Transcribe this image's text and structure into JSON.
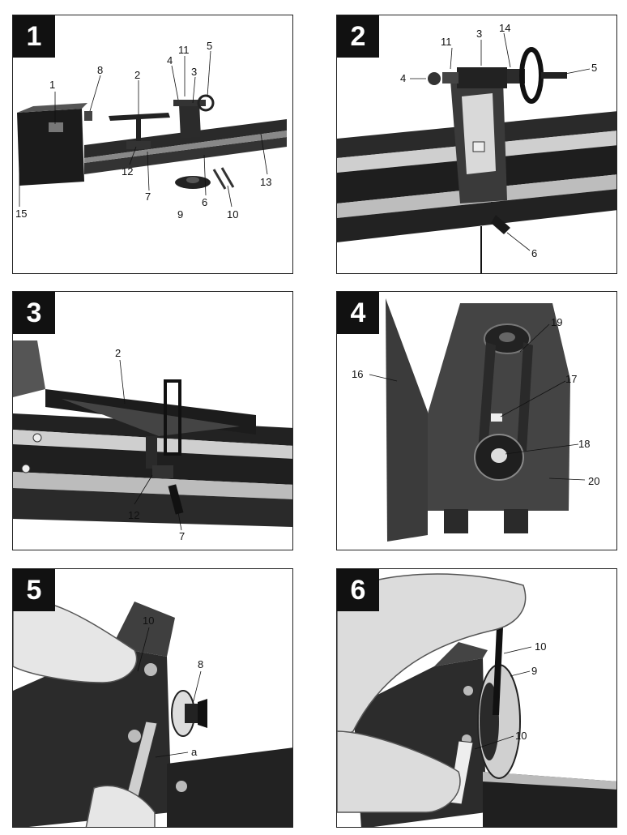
{
  "panels": [
    {
      "number": "1",
      "callouts": [
        "1",
        "8",
        "2",
        "4",
        "11",
        "3",
        "5",
        "12",
        "7",
        "6",
        "9",
        "10",
        "13",
        "15"
      ]
    },
    {
      "number": "2",
      "callouts": [
        "11",
        "3",
        "14",
        "4",
        "5",
        "6"
      ]
    },
    {
      "number": "3",
      "callouts": [
        "2",
        "12",
        "7"
      ]
    },
    {
      "number": "4",
      "callouts": [
        "16",
        "19",
        "17",
        "18",
        "20"
      ]
    },
    {
      "number": "5",
      "callouts": [
        "10",
        "8",
        "a"
      ]
    },
    {
      "number": "6",
      "callouts": [
        "10",
        "9",
        "10"
      ]
    }
  ]
}
